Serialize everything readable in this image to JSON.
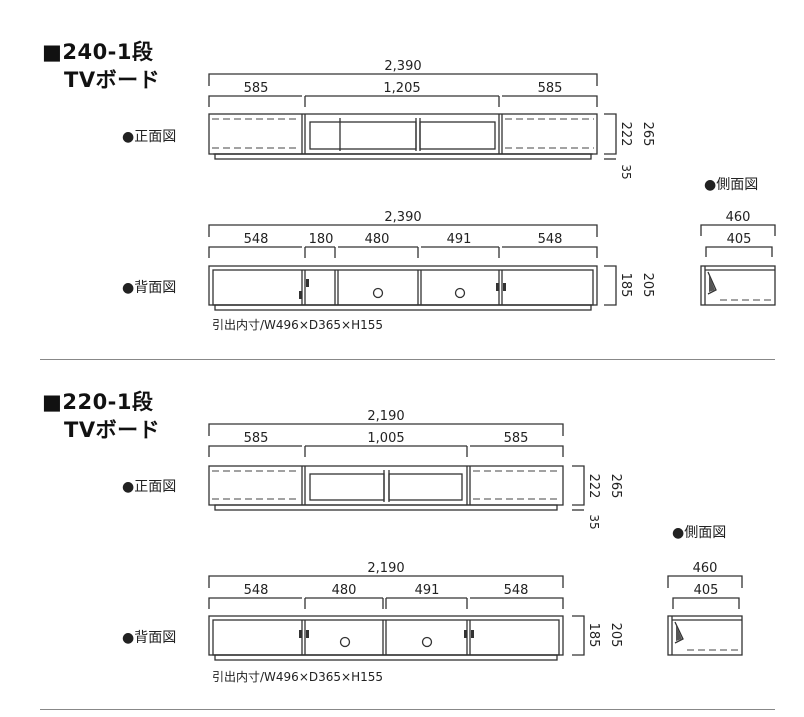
{
  "sections": [
    {
      "title": "■240-1段",
      "subtitle": "TVボード",
      "front_label": "●正面図",
      "back_label": "●背面図",
      "side_label": "●側面図",
      "front_total": "2,390",
      "front_segments": [
        "585",
        "1,205",
        "585"
      ],
      "front_height_inner": "222",
      "front_height_total": "265",
      "front_base": "35",
      "back_total": "2,390",
      "back_segments": [
        "548",
        "180",
        "480",
        "491",
        "548"
      ],
      "back_height_inner": "185",
      "back_height_total": "205",
      "side_total": "460",
      "side_inner": "405",
      "note": "引出内寸/W496×D365×H155"
    },
    {
      "title": "■220-1段",
      "subtitle": "TVボード",
      "front_label": "●正面図",
      "back_label": "●背面図",
      "side_label": "●側面図",
      "front_total": "2,190",
      "front_segments": [
        "585",
        "1,005",
        "585"
      ],
      "front_height_inner": "222",
      "front_height_total": "265",
      "front_base": "35",
      "back_total": "2,190",
      "back_segments": [
        "548",
        "480",
        "491",
        "548"
      ],
      "back_height_inner": "185",
      "back_height_total": "205",
      "side_total": "460",
      "side_inner": "405",
      "note": "引出内寸/W496×D365×H155"
    }
  ]
}
